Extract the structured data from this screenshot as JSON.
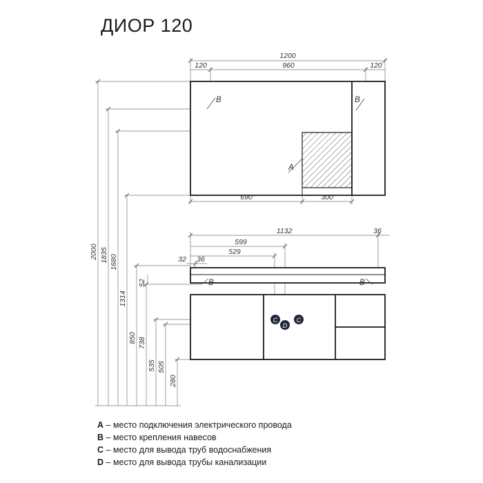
{
  "title": "ДИОР 120",
  "mirror": {
    "total_width": "1200",
    "left_panel": "120",
    "middle": "960",
    "right_panel": "120",
    "bottom_left": "690",
    "bottom_right": "300",
    "label_a": "A",
    "label_b_left": "B",
    "label_b_right": "B"
  },
  "cabinet": {
    "width": "1132",
    "right_offset": "36",
    "d599": "599",
    "d529": "529",
    "d32": "32",
    "d36": "36",
    "label_b_left": "B",
    "label_b_right": "B",
    "marker_c1": "C",
    "marker_c2": "C",
    "marker_d": "D"
  },
  "heights": [
    "2000",
    "1835",
    "1680",
    "1314",
    "850",
    "738",
    "535",
    "505",
    "280",
    "52"
  ],
  "legend": [
    {
      "key": "A",
      "text": " – место подключения электрического провода"
    },
    {
      "key": "B",
      "text": " – место крепления навесов"
    },
    {
      "key": "C",
      "text": " – место для вывода труб водоснабжения"
    },
    {
      "key": "D",
      "text": " – место для вывода трубы канализации"
    }
  ],
  "colors": {
    "ink": "#1a1a1a",
    "dim": "#555555",
    "marker": "#22273a"
  }
}
